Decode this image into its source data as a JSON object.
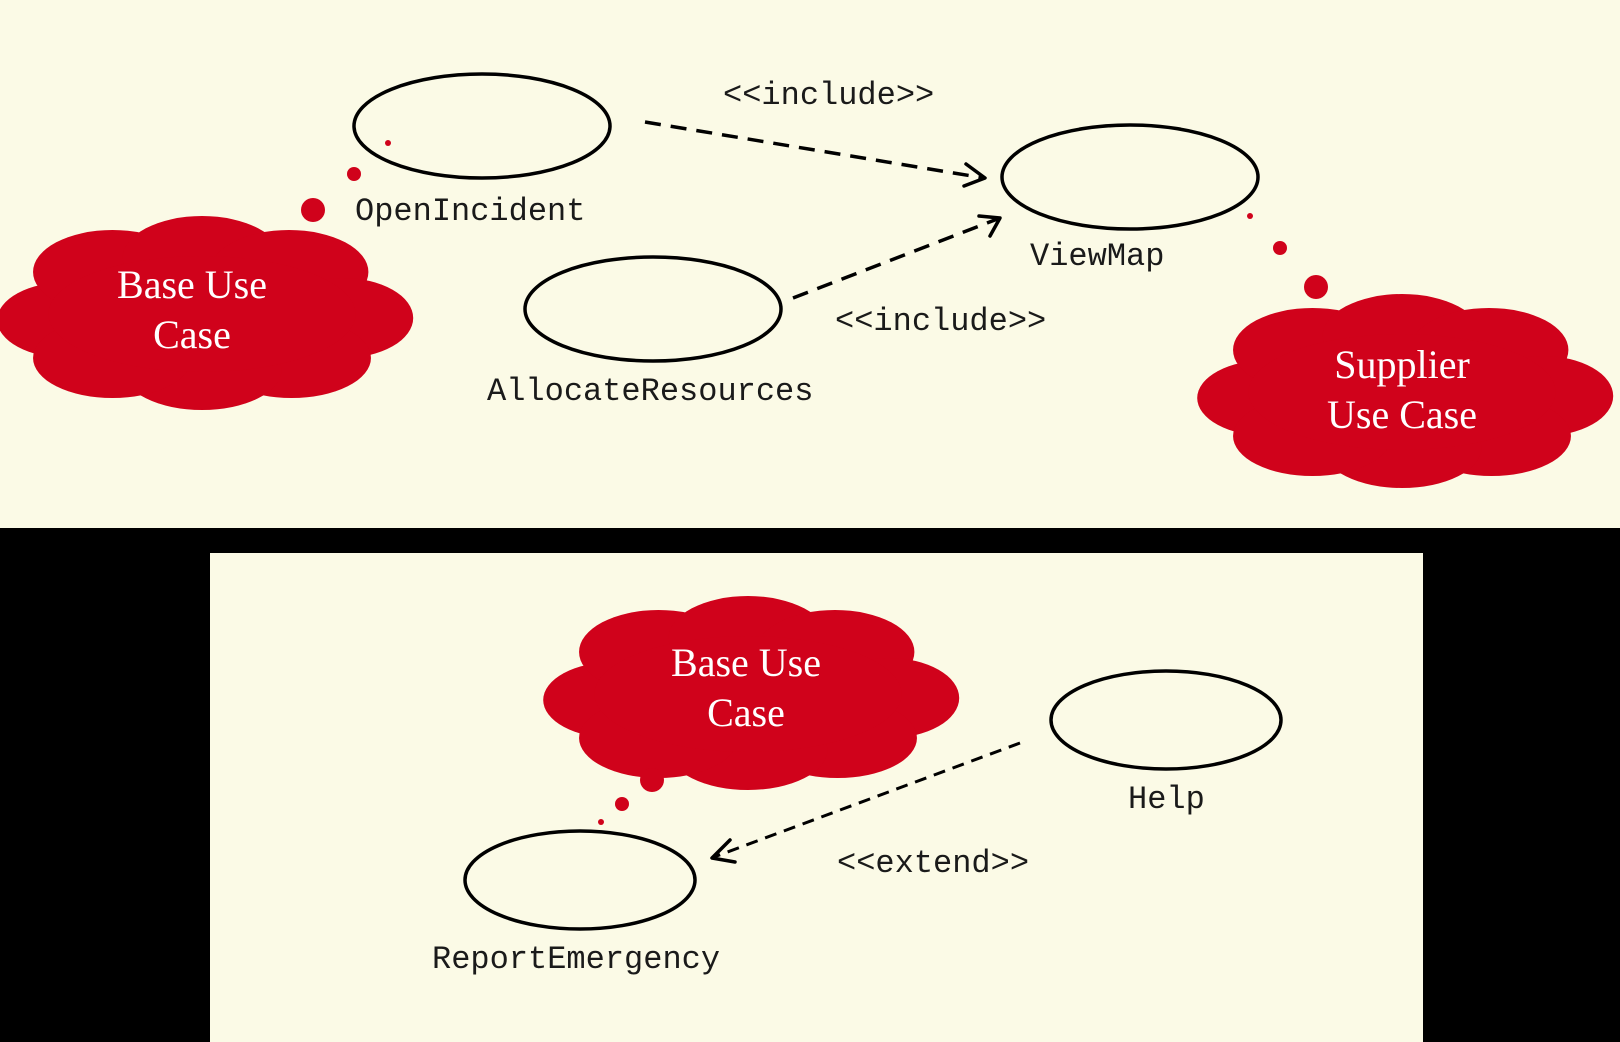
{
  "colors": {
    "background": "#fbfae6",
    "frame": "#000000",
    "cloud": "#d0021b",
    "cloud_text": "#ffffff",
    "line": "#000000"
  },
  "top_diagram": {
    "use_cases": {
      "open_incident": "OpenIncident",
      "allocate_resources": "AllocateResources",
      "view_map": "ViewMap"
    },
    "relations": {
      "include_upper": "<<include>>",
      "include_lower": "<<include>>"
    },
    "notes": {
      "base_line1": "Base Use",
      "base_line2": "Case",
      "supplier_line1": "Supplier",
      "supplier_line2": "Use Case"
    }
  },
  "bottom_diagram": {
    "use_cases": {
      "report_emergency": "ReportEmergency",
      "help": "Help"
    },
    "relations": {
      "extend": "<<extend>>"
    },
    "notes": {
      "base_line1": "Base Use",
      "base_line2": "Case"
    }
  }
}
